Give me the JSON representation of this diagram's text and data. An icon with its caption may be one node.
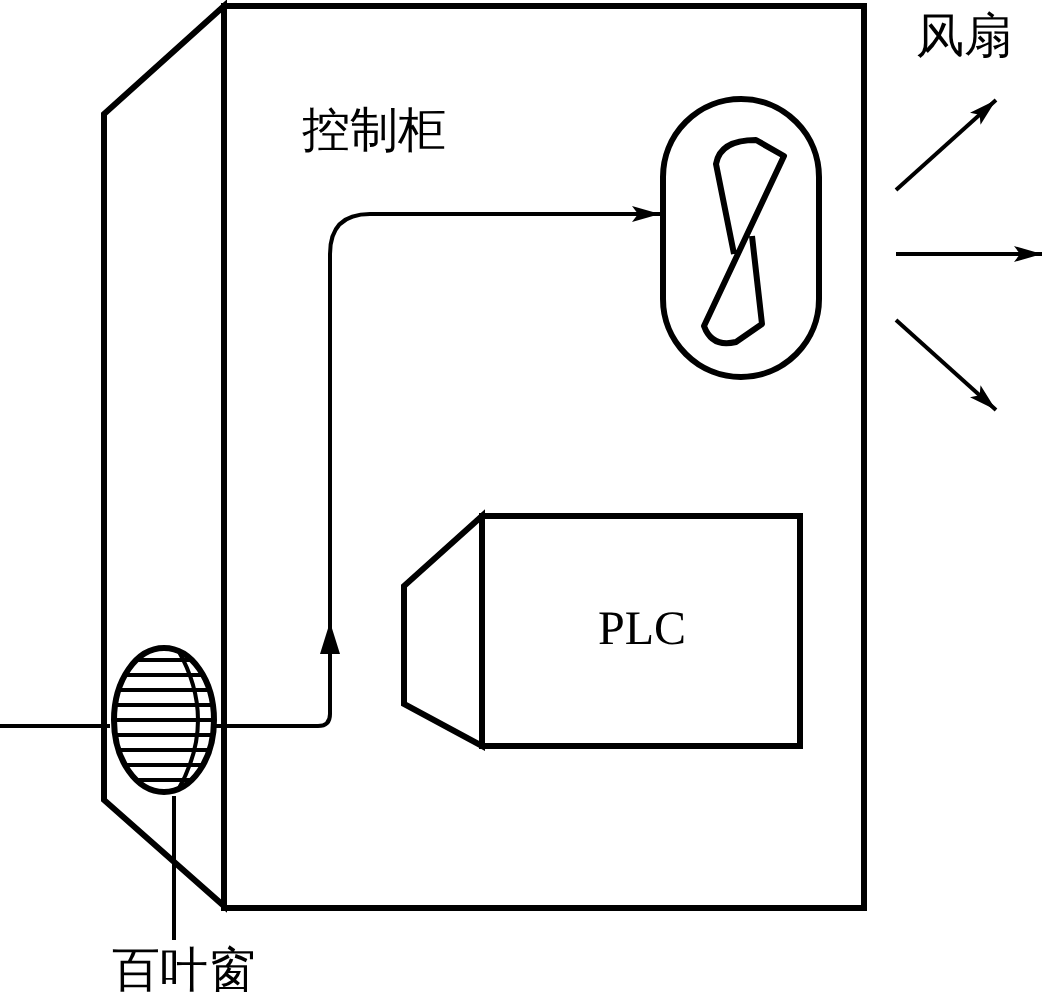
{
  "diagram": {
    "nodes": [
      {
        "text": [
          "控制柜"
        ]
      },
      {
        "text": [],
        "shape": "picture",
        "in": 0
      },
      {
        "text": [
          "PLC"
        ],
        "in": 0
      },
      {
        "text": [],
        "shape": "picture"
      },
      {
        "text": [
          "百叶窗"
        ]
      }
    ],
    "edges": [
      {
        "from": null,
        "to": 3,
        "arrow": "none"
      },
      {
        "from": 3,
        "to": 1,
        "arrow": "to"
      },
      {
        "from": 4,
        "to": 3,
        "arrow": "none"
      }
    ],
    "labels": [
      "风扇"
    ]
  }
}
